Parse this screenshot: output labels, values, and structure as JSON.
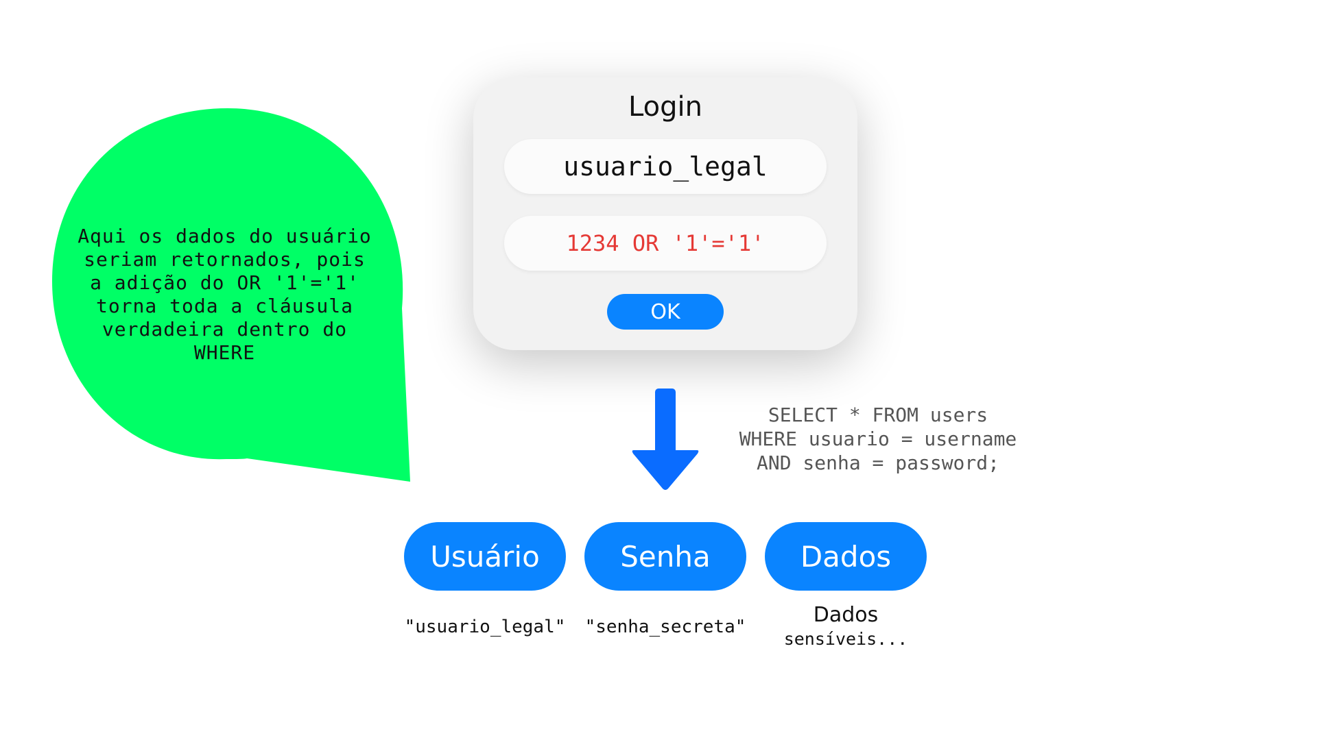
{
  "bubble": {
    "text": "Aqui os dados do usuário\nseriam retornados, pois\na adição do OR '1'='1'\ntorna toda a cláusula\nverdadeira dentro do\nWHERE",
    "color": "#00ff66"
  },
  "login": {
    "title": "Login",
    "username_value": "usuario_legal",
    "password_value": "1234 OR '1'='1'",
    "ok_label": "OK",
    "accent": "#0a84ff",
    "password_color": "#e53935"
  },
  "arrow": {
    "icon": "arrow-down-icon",
    "color": "#0a6cff"
  },
  "sql": {
    "lines": [
      "SELECT * FROM users",
      "WHERE usuario = username",
      "AND senha = password;"
    ]
  },
  "columns": [
    {
      "label": "Usuário",
      "value": "\"usuario_legal\""
    },
    {
      "label": "Senha",
      "value": "\"senha_secreta\""
    },
    {
      "label": "Dados",
      "value_main": "Dados",
      "value_sub": "sensíveis..."
    }
  ]
}
